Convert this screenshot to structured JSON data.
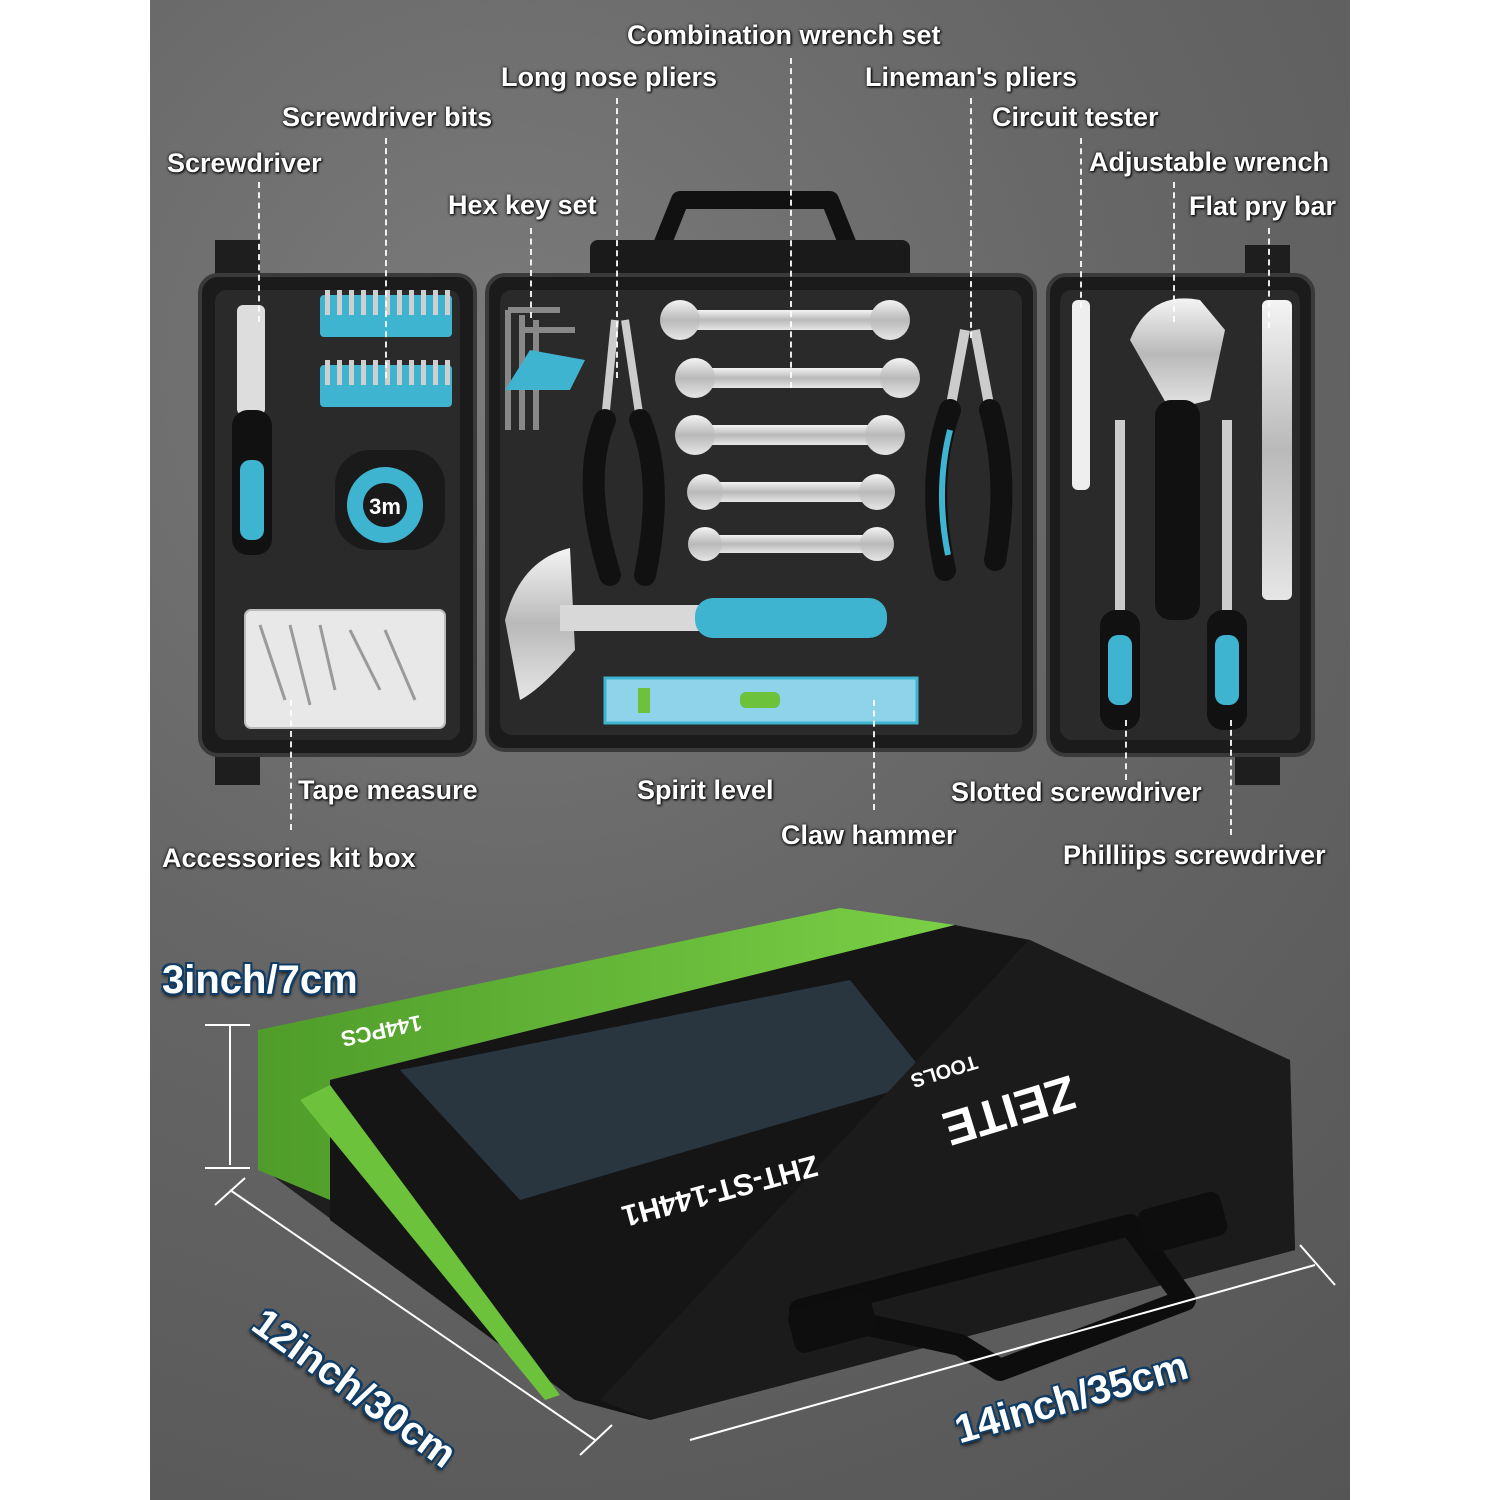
{
  "labels": {
    "screwdriver": "Screwdriver",
    "screwdriver_bits": "Screwdriver bits",
    "long_nose_pliers": "Long nose pliers",
    "combination_wrench_set": "Combination wrench set",
    "hex_key_set": "Hex key set",
    "linemans_pliers": "Lineman's pliers",
    "circuit_tester": "Circuit tester",
    "adjustable_wrench": "Adjustable wrench",
    "flat_pry_bar": "Flat pry bar",
    "tape_measure": "Tape measure",
    "spirit_level": "Spirit level",
    "slotted_screwdriver": "Slotted screwdriver",
    "claw_hammer": "Claw hammer",
    "accessories_kit_box": "Accessories kit box",
    "phillips_screwdriver": "Philliips screwdriver"
  },
  "dimensions": {
    "height": "3inch/7cm",
    "depth": "12inch/30cm",
    "width": "14inch/35cm"
  },
  "product": {
    "brand": "ZEITE",
    "brand_sub": "TOOLS",
    "pieces": "144PCS",
    "model": "ZHT-ST-144H1",
    "tape_marking": "3m"
  },
  "colors": {
    "accent_teal": "#3fb4d0",
    "sleeve_green": "#6cc23a",
    "case_black": "#1c1c1c"
  }
}
